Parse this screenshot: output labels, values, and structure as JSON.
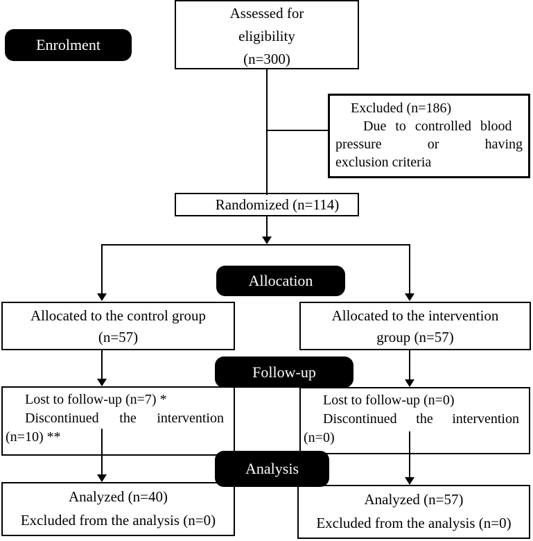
{
  "diagram": {
    "title_semantic": "CONSORT participant flow diagram",
    "colors": {
      "background": "#ffffff",
      "box_border": "#000000",
      "connector": "#000000",
      "stage_label_bg": "#000000",
      "stage_label_text": "#ffffff"
    },
    "stage_labels": {
      "enrolment": "Enrolment",
      "allocation": "Allocation",
      "followup": "Follow-up",
      "analysis": "Analysis"
    },
    "assessed": {
      "line1": "Assessed for",
      "line2": "eligibility",
      "line3": "(n=300)"
    },
    "excluded": {
      "line1": "Excluded (n=186)",
      "line2": "Due to controlled blood",
      "line3_words": [
        "pressure",
        "or",
        "having"
      ],
      "line4": "exclusion criteria"
    },
    "randomized": {
      "text": "Randomized (n=114)"
    },
    "alloc_control": {
      "line1": "Allocated to the control group",
      "line2": "(n=57)"
    },
    "alloc_intervention": {
      "line1": "Allocated to the intervention",
      "line2": "group (n=57)"
    },
    "lost_control": {
      "line1": "Lost to follow-up (n=7) *",
      "para": "Discontinued the intervention (n=10) **"
    },
    "lost_intervention": {
      "line1": "Lost to follow-up (n=0)",
      "para": "Discontinued the intervention (n=0)"
    },
    "analyzed_control": {
      "line1": "Analyzed (n=40)",
      "line2": "Excluded from the analysis (n=0)"
    },
    "analyzed_intervention": {
      "line1": "Analyzed (n=57)",
      "line2": "Excluded from the analysis (n=0)"
    }
  }
}
